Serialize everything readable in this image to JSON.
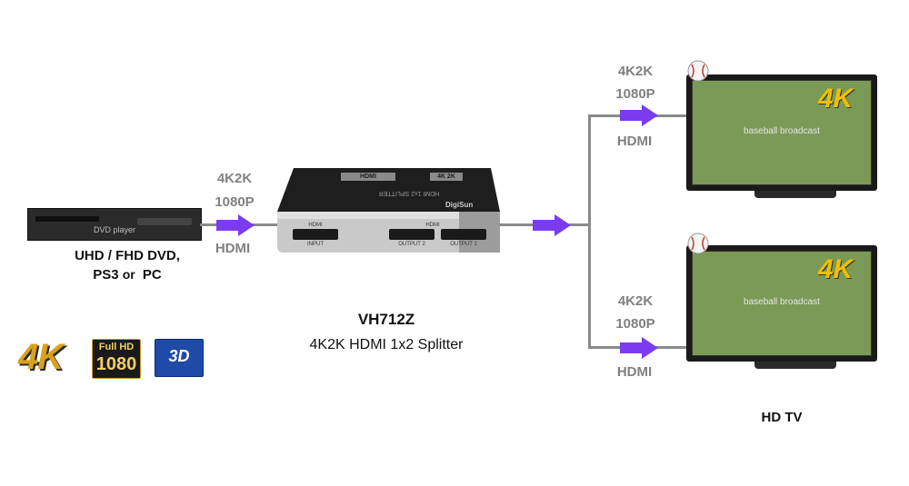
{
  "source": {
    "caption_line1": "UHD / FHD DVD,",
    "caption_line2": "PS3",
    "caption_or": "or",
    "caption_pc": "PC",
    "placeholder": "DVD player"
  },
  "input_link": {
    "res1": "4K2K",
    "res2": "1080P",
    "type": "HDMI"
  },
  "splitter": {
    "model": "VH712Z",
    "name": "4K2K HDMI 1x2 Splitter",
    "top_text": "HDMI 1x2 SPLITTER",
    "brand": "DigiSun",
    "port_hdmi": "HDMI",
    "port_input": "INPUT",
    "port_output2": "OUTPUT 2",
    "port_output1": "OUTPUT 1",
    "top_badge_left": "4K 2K",
    "top_badge_right": "HDMI"
  },
  "output_top": {
    "res1": "4K2K",
    "res2": "1080P",
    "type": "HDMI"
  },
  "output_bottom": {
    "res1": "4K2K",
    "res2": "1080P",
    "type": "HDMI"
  },
  "tv": {
    "caption": "HD TV",
    "overlay": "4K",
    "placeholder": "baseball broadcast"
  },
  "badges": {
    "four_k": "4K",
    "fullhd_top": "Full HD",
    "fullhd_bottom": "1080",
    "three_d": "3D"
  },
  "colors": {
    "arrow": "#7b3cf0",
    "wire": "#8a8a8a",
    "label_gray": "#808080",
    "gold": "#d8a21c"
  }
}
